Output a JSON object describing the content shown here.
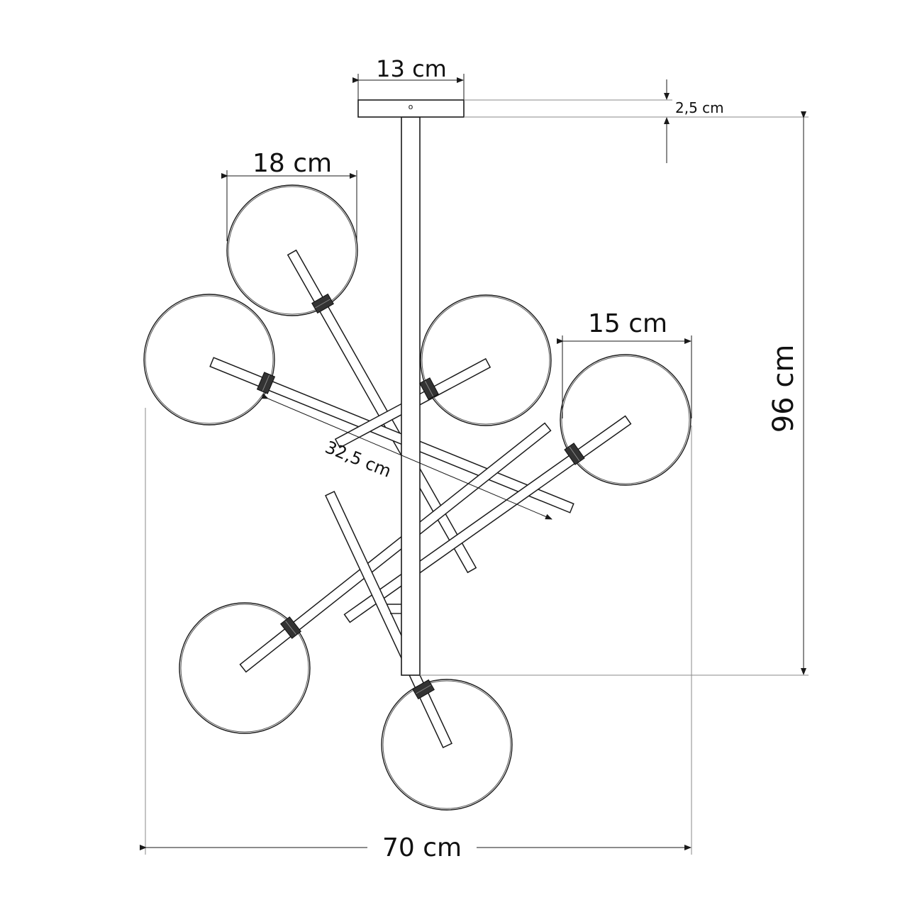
{
  "title": "Chandelier dimension drawing",
  "dimensions": {
    "canopy_width": "13 cm",
    "canopy_height": "2,5 cm",
    "total_height": "96 cm",
    "globe_large_diameter": "18 cm",
    "globe_small_diameter": "15 cm",
    "arm_length": "32,5 cm",
    "total_width": "70 cm"
  },
  "canopy_mark": "o",
  "colors": {
    "line": "#1a1a1a",
    "background": "#ffffff",
    "socket": "#333333"
  }
}
